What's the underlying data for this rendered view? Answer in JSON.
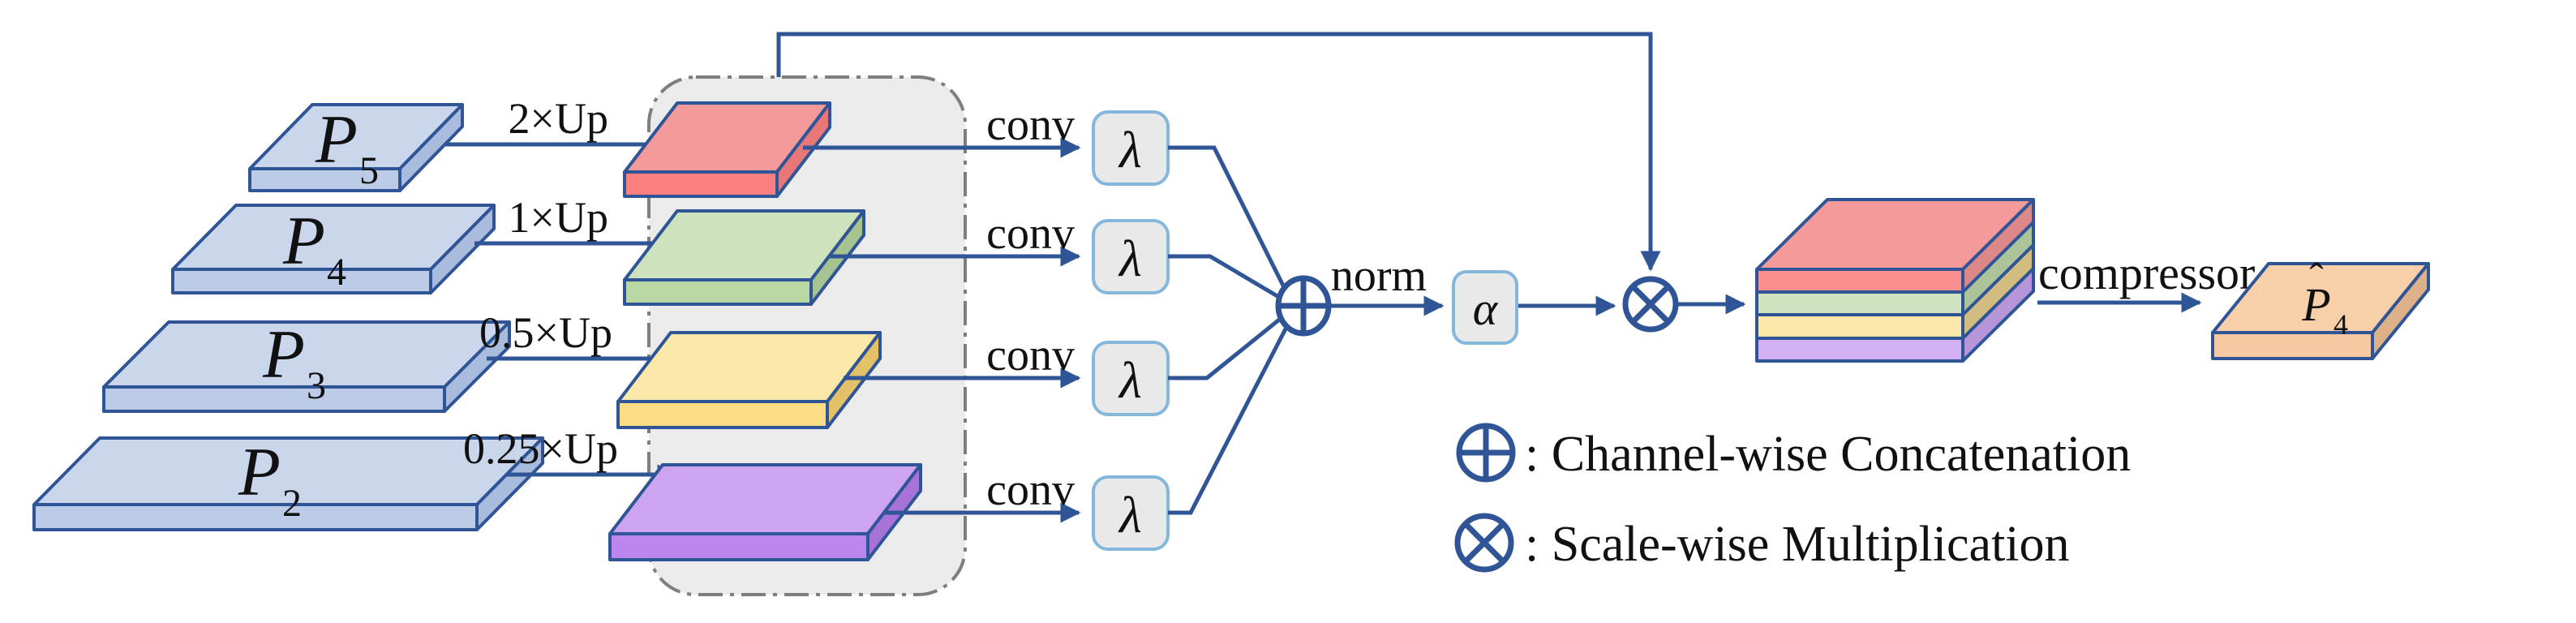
{
  "figure": {
    "description": "Scale-aggregation module diagram: pyramid features are upsampled, concatenated, normalized and multiplied back, then compressed.",
    "pyramid": {
      "items": [
        {
          "name": "P",
          "sub": "5",
          "upsample": "2×Up"
        },
        {
          "name": "P",
          "sub": "4",
          "upsample": "1×Up"
        },
        {
          "name": "P",
          "sub": "3",
          "upsample": "0.5×Up"
        },
        {
          "name": "P",
          "sub": "2",
          "upsample": "0.25×Up"
        }
      ]
    },
    "ops": {
      "conv": "conv",
      "lambda": "λ",
      "norm": "norm",
      "alpha": "α",
      "compressor": "compressor"
    },
    "output": {
      "hat": "ˆ",
      "name": "P",
      "sub": "4"
    },
    "legend": {
      "items": [
        {
          "icon": "circle-plus",
          "text": ": Channel-wise Concatenation"
        },
        {
          "icon": "circle-times",
          "text": ": Scale-wise Multiplication"
        }
      ]
    },
    "colors": {
      "line": "#2f5597",
      "blue_slab_top": "#c9d6ec",
      "blue_slab_front": "#bccbe6",
      "blue_slab_side": "#a9bcdd",
      "red_top": "#f59a9a",
      "red_front": "#fb7f7f",
      "red_side": "#e87878",
      "green_top": "#cde2bd",
      "green_front": "#b9d8a6",
      "green_side": "#a5c490",
      "yellow_top": "#fce8a8",
      "yellow_front": "#fcdc84",
      "yellow_side": "#e3c169",
      "purple_top": "#cda4f0",
      "purple_front": "#bb86ee",
      "purple_side": "#a873d8",
      "stack_side_red": "#dc8888",
      "stack_side_green": "#adc39a",
      "stack_side_yellow": "#d2bc7f",
      "stack_side_purple": "#b695d9",
      "output_top": "#f7cfa9",
      "output_front": "#f6c9a0",
      "output_side": "#dfb188",
      "op_box_fill": "#e9e9e9",
      "op_box_border": "#85b7dd",
      "group_box_fill": "#ebebeb",
      "group_box_border": "#7e7e7e"
    }
  }
}
